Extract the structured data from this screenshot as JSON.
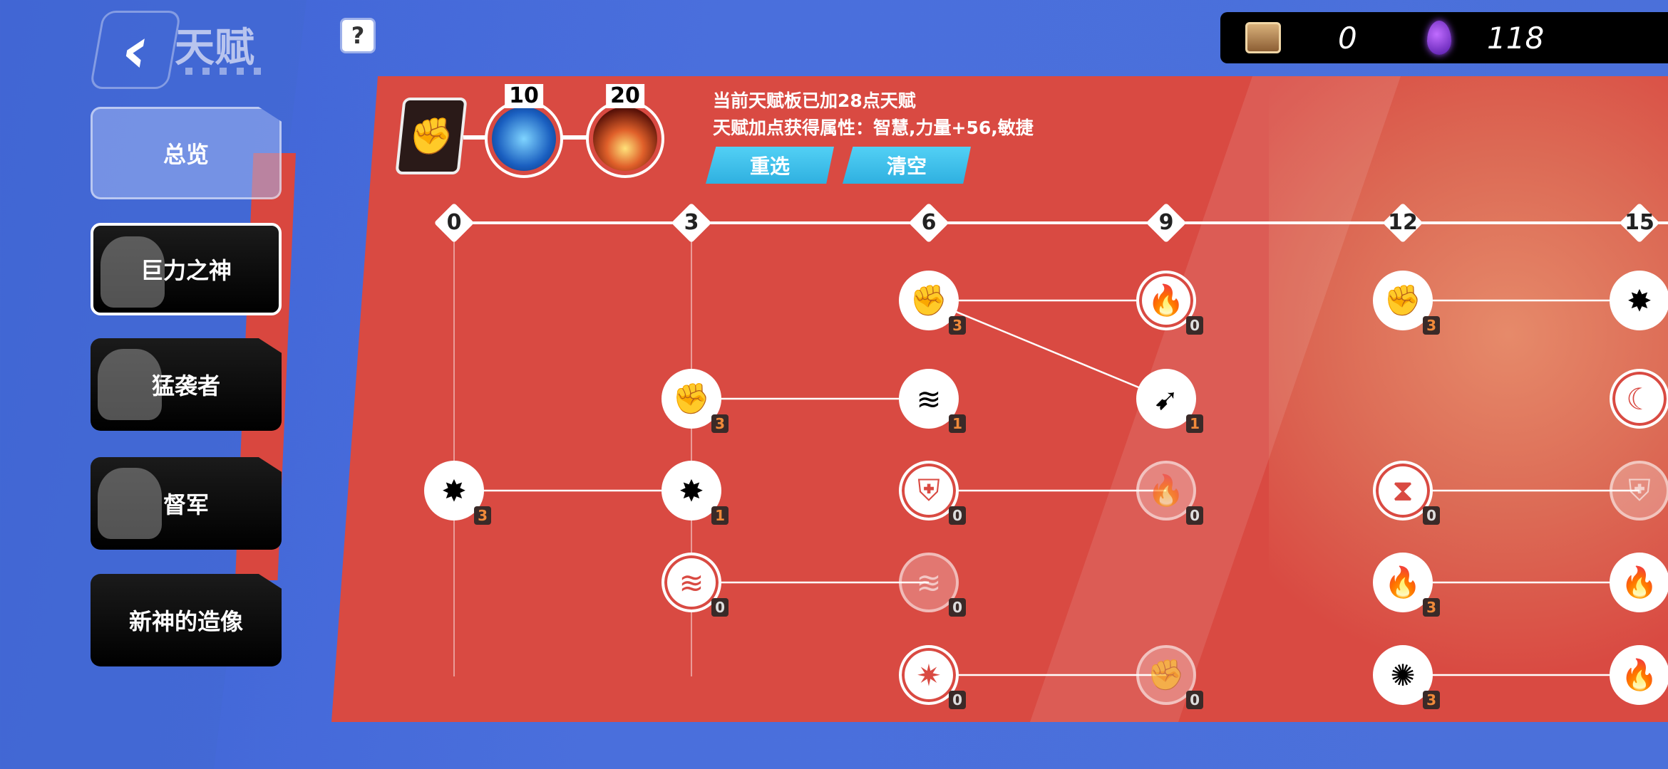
{
  "header": {
    "title": "天赋",
    "help": "?"
  },
  "currency": [
    {
      "icon": "chest-icon",
      "value": "0"
    },
    {
      "icon": "purple-gem-icon",
      "value": "118"
    }
  ],
  "sidebar": [
    {
      "label": "总览",
      "style": "ov"
    },
    {
      "label": "巨力之神",
      "style": "dk sel"
    },
    {
      "label": "猛袭者",
      "style": "dk"
    },
    {
      "label": "督军",
      "style": "dk"
    },
    {
      "label": "新神的造像",
      "style": "dk"
    }
  ],
  "skills": [
    {
      "cost": "10",
      "icon": "shield-icon"
    },
    {
      "cost": "20",
      "icon": "explosion-icon"
    }
  ],
  "info": {
    "line1": "当前天赋板已加28点天赋",
    "line2": "天赋加点获得属性：智慧,力量+56,敏捷"
  },
  "buttons": {
    "reset": "重选",
    "clear": "清空"
  },
  "tiers": [
    "0",
    "3",
    "6",
    "9",
    "12",
    "15"
  ],
  "nodes": [
    {
      "col": 0,
      "row": 2,
      "level": "3",
      "state": "active",
      "glyph": "✸"
    },
    {
      "col": 1,
      "row": 1,
      "level": "3",
      "state": "active",
      "glyph": "✊"
    },
    {
      "col": 1,
      "row": 2,
      "level": "1",
      "state": "active",
      "glyph": "✸"
    },
    {
      "col": 1,
      "row": 3,
      "level": "0",
      "state": "available",
      "glyph": "≋"
    },
    {
      "col": 2,
      "row": 0,
      "level": "3",
      "state": "active",
      "glyph": "✊"
    },
    {
      "col": 2,
      "row": 1,
      "level": "1",
      "state": "active",
      "glyph": "≋"
    },
    {
      "col": 2,
      "row": 2,
      "level": "0",
      "state": "available",
      "glyph": "⛨"
    },
    {
      "col": 2,
      "row": 3,
      "level": "0",
      "state": "locked",
      "glyph": "≋"
    },
    {
      "col": 2,
      "row": 4,
      "level": "0",
      "state": "available",
      "glyph": "✷"
    },
    {
      "col": 3,
      "row": 0,
      "level": "0",
      "state": "available",
      "glyph": "🔥"
    },
    {
      "col": 3,
      "row": 1,
      "level": "1",
      "state": "active",
      "glyph": "➹"
    },
    {
      "col": 3,
      "row": 2,
      "level": "0",
      "state": "locked",
      "glyph": "🔥"
    },
    {
      "col": 3,
      "row": 4,
      "level": "0",
      "state": "locked",
      "glyph": "✊"
    },
    {
      "col": 4,
      "row": 0,
      "level": "3",
      "state": "active",
      "glyph": "✊"
    },
    {
      "col": 4,
      "row": 2,
      "level": "0",
      "state": "available",
      "glyph": "⧗"
    },
    {
      "col": 4,
      "row": 3,
      "level": "3",
      "state": "active",
      "glyph": "🔥"
    },
    {
      "col": 4,
      "row": 4,
      "level": "3",
      "state": "active",
      "glyph": "✺"
    },
    {
      "col": 5,
      "row": 0,
      "level": "",
      "state": "active",
      "glyph": "✸"
    },
    {
      "col": 5,
      "row": 1,
      "level": "",
      "state": "available",
      "glyph": "☾"
    },
    {
      "col": 5,
      "row": 2,
      "level": "",
      "state": "locked",
      "glyph": "⛨"
    },
    {
      "col": 5,
      "row": 3,
      "level": "",
      "state": "active",
      "glyph": "🔥"
    },
    {
      "col": 5,
      "row": 4,
      "level": "",
      "state": "active",
      "glyph": "🔥"
    }
  ],
  "links": [
    [
      0,
      2,
      1,
      2
    ],
    [
      1,
      1,
      2,
      1
    ],
    [
      2,
      0,
      3,
      0
    ],
    [
      2,
      0,
      3,
      1
    ],
    [
      2,
      2,
      3,
      2
    ],
    [
      1,
      3,
      2,
      3
    ],
    [
      2,
      4,
      3,
      4
    ],
    [
      4,
      0,
      5,
      0
    ],
    [
      4,
      2,
      5,
      2
    ],
    [
      4,
      3,
      5,
      3
    ],
    [
      4,
      4,
      5,
      4
    ]
  ]
}
